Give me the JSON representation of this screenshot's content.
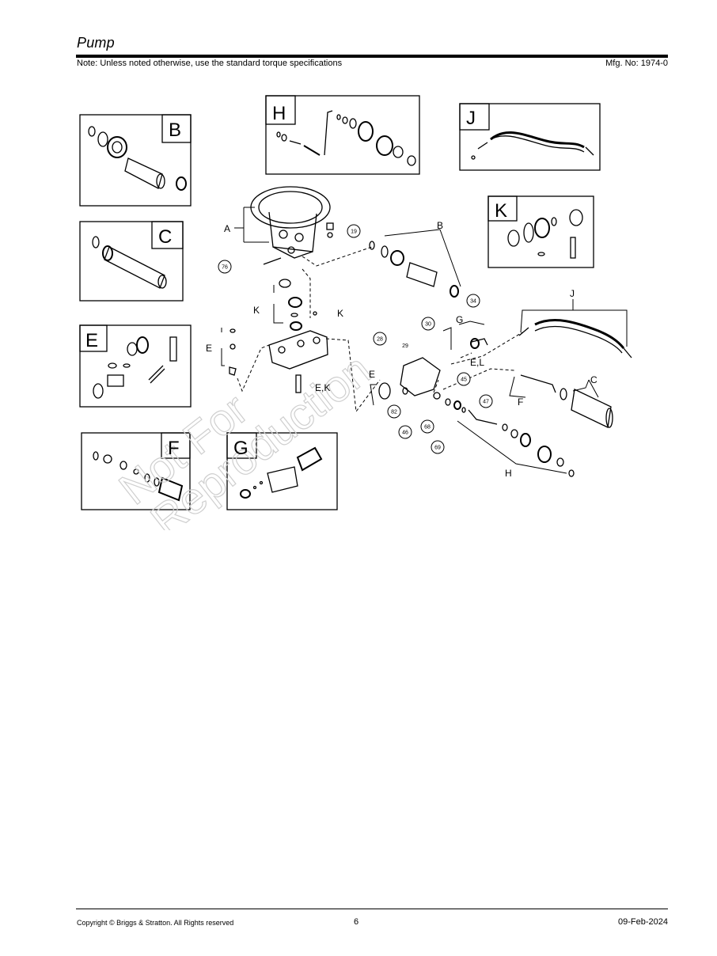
{
  "header": {
    "title": "Pump",
    "note": "Note: Unless noted otherwise, use the standard torque specifications",
    "mfg_no": "Mfg. No: 1974-0"
  },
  "watermark": {
    "line1": "Not For",
    "line2": "Reproduction"
  },
  "insets": {
    "B": "B",
    "C": "C",
    "E": "E",
    "F": "F",
    "G": "G",
    "H": "H",
    "J": "J",
    "K": "K"
  },
  "callouts": {
    "c19": "19",
    "c76": "76",
    "c34": "34",
    "c30": "30",
    "c28": "28",
    "c29": "29",
    "c45": "45",
    "c47": "47",
    "c82": "82",
    "c46": "46",
    "c68": "68",
    "c69": "69"
  },
  "letters": {
    "A": "A",
    "B": "B",
    "K1": "K",
    "K2": "K",
    "E1": "E",
    "EK": "E,K",
    "G": "G",
    "EL": "E,L",
    "E2": "E",
    "J": "J",
    "C": "C",
    "F": "F",
    "H": "H"
  },
  "footer": {
    "copyright": "Copyright ©  Briggs & Stratton. All Rights reserved",
    "page": "6",
    "date": "09-Feb-2024"
  }
}
